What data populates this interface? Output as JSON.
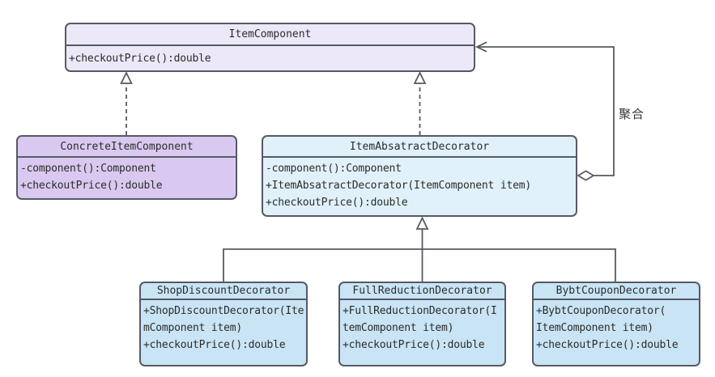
{
  "colors": {
    "background": "#ffffff",
    "connector_stroke": "#565a63",
    "text": "#2b2b2b",
    "item_component_fill": "#ece8f7",
    "concrete_item_component_fill": "#d9c9f0",
    "abstract_decorator_fill": "#e0f1fa",
    "concrete_decorator_fill": "#c9e5f5"
  },
  "classes": {
    "item_component": {
      "title": "ItemComponent",
      "lines": [
        "+checkoutPrice():double"
      ]
    },
    "concrete_item_component": {
      "title": "ConcreteItemComponent",
      "lines": [
        "-component():Component",
        "+checkoutPrice():double"
      ]
    },
    "item_absatract_decorator": {
      "title": "ItemAbsatractDecorator",
      "lines": [
        "-component():Component",
        "+ItemAbsatractDecorator(ItemComponent item)",
        "+checkoutPrice():double"
      ]
    },
    "shop_discount_decorator": {
      "title": "ShopDiscountDecorator",
      "lines": [
        "+ShopDiscountDecorator(Ite",
        "mComponent item)",
        "+checkoutPrice():double"
      ]
    },
    "full_reduction_decorator": {
      "title": "FullReductionDecorator",
      "lines": [
        "+FullReductionDecorator(I",
        "temComponent item)",
        "+checkoutPrice():double"
      ]
    },
    "bybt_coupon_decorator": {
      "title": "BybtCouponDecorator",
      "lines": [
        "+BybtCouponDecorator(",
        "ItemComponent item)",
        "+checkoutPrice():double"
      ]
    }
  },
  "labels": {
    "aggregation": "聚合"
  }
}
